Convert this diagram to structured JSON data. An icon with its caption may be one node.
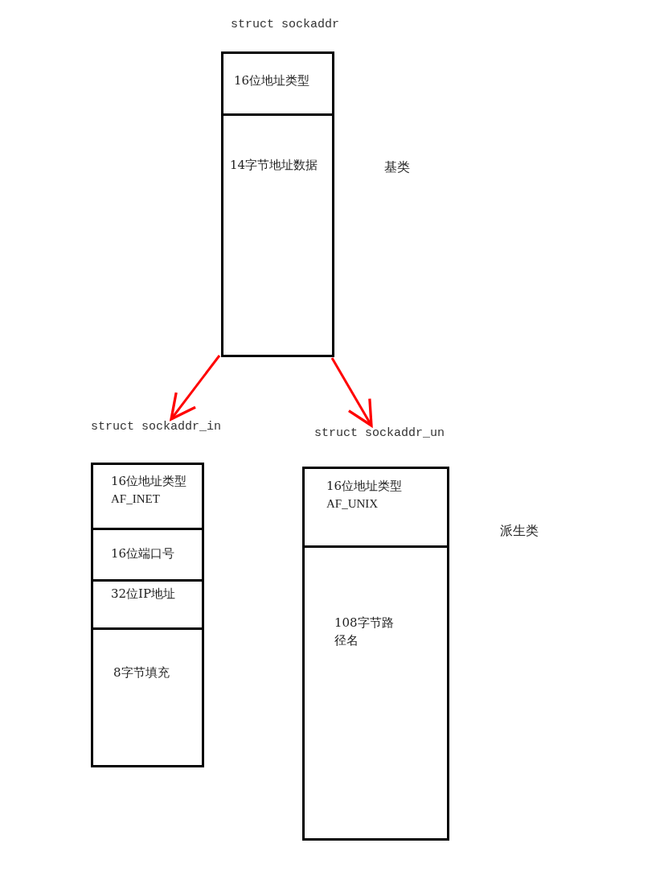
{
  "diagram": {
    "nodes": [
      {
        "text": [
          "struct sockaddr"
        ]
      },
      {
        "text": [
          "16位地址类型"
        ],
        "in": 0
      },
      {
        "text": [
          "14字节地址数据"
        ],
        "in": 0
      },
      {
        "text": [
          "struct sockaddr_in"
        ]
      },
      {
        "text": [
          "16位地址类型",
          "AF_INET"
        ],
        "in": 3
      },
      {
        "text": [
          "16位端口号"
        ],
        "in": 3
      },
      {
        "text": [
          "32位IP地址"
        ],
        "in": 3
      },
      {
        "text": [
          "8字节填充"
        ],
        "in": 3
      },
      {
        "text": [
          "struct sockaddr_un"
        ]
      },
      {
        "text": [
          "16位地址类型",
          "AF_UNIX"
        ],
        "in": 8
      },
      {
        "text": [
          "108字节路径名"
        ],
        "in": 8
      }
    ],
    "edges": [
      {
        "from": 0,
        "to": 3,
        "arrow": "to",
        "color": "#ff0000"
      },
      {
        "from": 0,
        "to": 8,
        "arrow": "to",
        "color": "#ff0000"
      }
    ],
    "labels": [
      "基类",
      "派生类"
    ]
  }
}
